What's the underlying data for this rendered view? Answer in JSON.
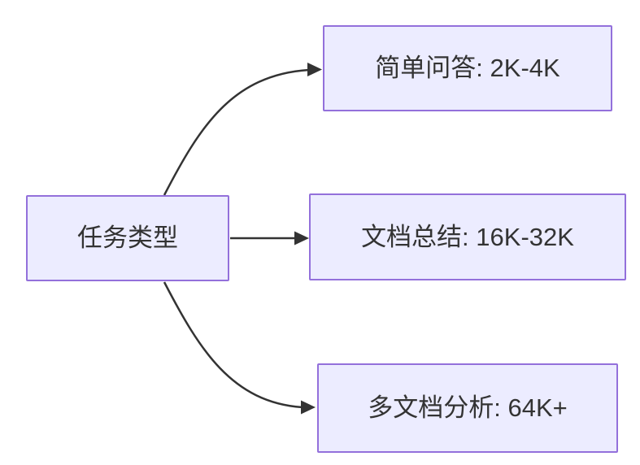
{
  "diagram": {
    "type": "flowchart-left-to-right",
    "colors": {
      "background": "#ffffff",
      "node_fill": "#ECECFF",
      "node_border": "#9370DB",
      "edge_stroke": "#333333",
      "text": "#333333"
    },
    "root": {
      "id": "task-type",
      "label": "任务类型"
    },
    "nodes": [
      {
        "id": "simple-qa",
        "label": "简单问答: 2K-4K"
      },
      {
        "id": "doc-summary",
        "label": "文档总结: 16K-32K"
      },
      {
        "id": "multi-doc-analysis",
        "label": "多文档分析: 64K+"
      }
    ],
    "edges": [
      {
        "from": "task-type",
        "to": "simple-qa"
      },
      {
        "from": "task-type",
        "to": "doc-summary"
      },
      {
        "from": "task-type",
        "to": "multi-doc-analysis"
      }
    ]
  }
}
